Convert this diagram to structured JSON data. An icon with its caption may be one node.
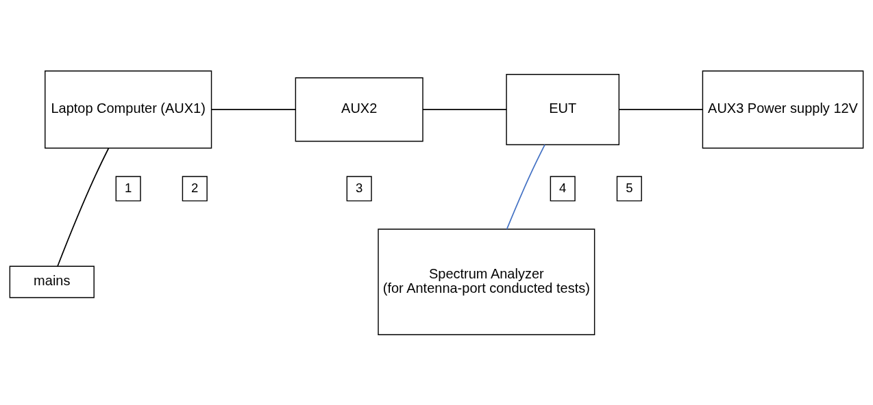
{
  "diagram": {
    "nodes": [
      {
        "text": [
          "Laptop Computer (AUX1)"
        ]
      },
      {
        "text": [
          "AUX2"
        ]
      },
      {
        "text": [
          "EUT"
        ]
      },
      {
        "text": [
          "AUX3 Power supply 12V"
        ]
      },
      {
        "text": [
          "mains"
        ]
      },
      {
        "text": [
          "Spectrum Analyzer",
          "(for Antenna-port conducted tests)"
        ]
      },
      {
        "text": [
          "1"
        ]
      },
      {
        "text": [
          "2"
        ]
      },
      {
        "text": [
          "3"
        ]
      },
      {
        "text": [
          "4"
        ]
      },
      {
        "text": [
          "5"
        ]
      }
    ],
    "edges": [
      {
        "from": 0,
        "to": 1,
        "arrow": "none"
      },
      {
        "from": 1,
        "to": 2,
        "arrow": "none"
      },
      {
        "from": 2,
        "to": 3,
        "arrow": "none"
      },
      {
        "from": 0,
        "to": 4,
        "arrow": "none"
      },
      {
        "from": 2,
        "to": 5,
        "arrow": "none",
        "color": "#4472c4"
      }
    ]
  }
}
